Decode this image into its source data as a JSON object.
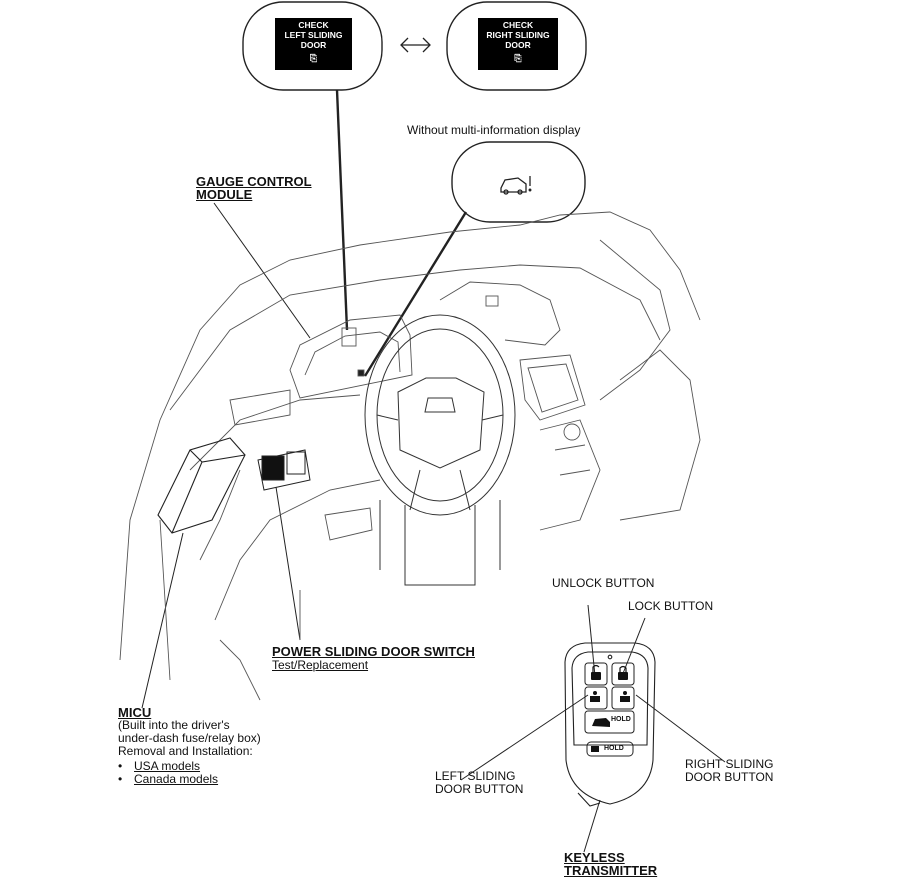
{
  "displays": {
    "left": {
      "lines": [
        "CHECK",
        "LEFT SLIDING",
        "DOOR"
      ]
    },
    "right": {
      "lines": [
        "CHECK",
        "RIGHT SLIDING",
        "DOOR"
      ]
    },
    "arrow_icon": "double-arrow-icon",
    "door_icon": "sliding-door-warning-icon"
  },
  "without_mid": "Without multi-information display",
  "gauge": {
    "line1": "GAUGE CONTROL",
    "line2": "MODULE"
  },
  "power_switch": {
    "title": "POWER SLIDING DOOR SWITCH",
    "link": "Test/Replacement"
  },
  "micu": {
    "title": "MICU",
    "lines": [
      "(Built into the driver's",
      "under-dash fuse/relay box)",
      "Removal and Installation:"
    ],
    "links": [
      "USA models",
      "Canada models"
    ]
  },
  "fob": {
    "unlock": "UNLOCK BUTTON",
    "lock": "LOCK BUTTON",
    "left_door": [
      "LEFT SLIDING",
      "DOOR BUTTON"
    ],
    "right_door": [
      "RIGHT SLIDING",
      "DOOR BUTTON"
    ],
    "keyless": [
      "KEYLESS",
      "TRANSMITTER"
    ],
    "hold1": "HOLD",
    "hold2": "HOLD"
  }
}
